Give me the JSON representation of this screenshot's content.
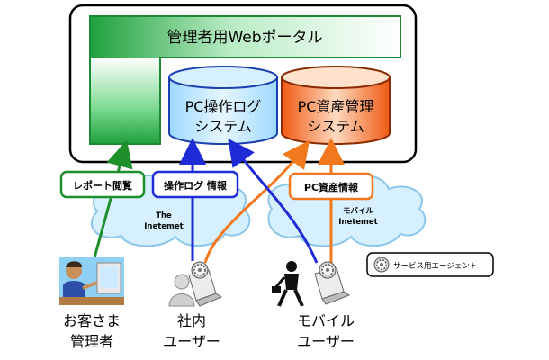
{
  "portal": {
    "title": "管理者用Webポータル",
    "colors": {
      "frame": "#000000",
      "green_top": "#2bb24c",
      "green_fade": "#ffffff"
    }
  },
  "systems": {
    "log": {
      "line1": "PC操作ログ",
      "line2": "システム",
      "color_top": "#bfe9ff",
      "color_side": "#8fd3ff"
    },
    "asset": {
      "line1": "PC資産管理",
      "line2": "システム",
      "color_top": "#ffd2b0",
      "color_side": "#f2641e"
    }
  },
  "labels": {
    "report": "レポート閲覧",
    "log_info": "操作ログ 情報",
    "asset_info": "PC資産情報"
  },
  "clouds": {
    "left_line1": "The",
    "left_line2": "Inetemet",
    "right_line1": "モバイル",
    "right_line2": "Inetemet"
  },
  "legend": {
    "label": "サービス用エージェント",
    "icon": "gear-icon"
  },
  "users": {
    "customer": {
      "line1": "お客さま",
      "line2": "管理者"
    },
    "internal": {
      "line1": "社内",
      "line2": "ユーザー"
    },
    "mobile": {
      "line1": "モバイル",
      "line2": "ユーザー"
    }
  },
  "arrow_colors": {
    "green": "#1f8f2c",
    "blue": "#1f2bd6",
    "orange": "#f2781e"
  }
}
